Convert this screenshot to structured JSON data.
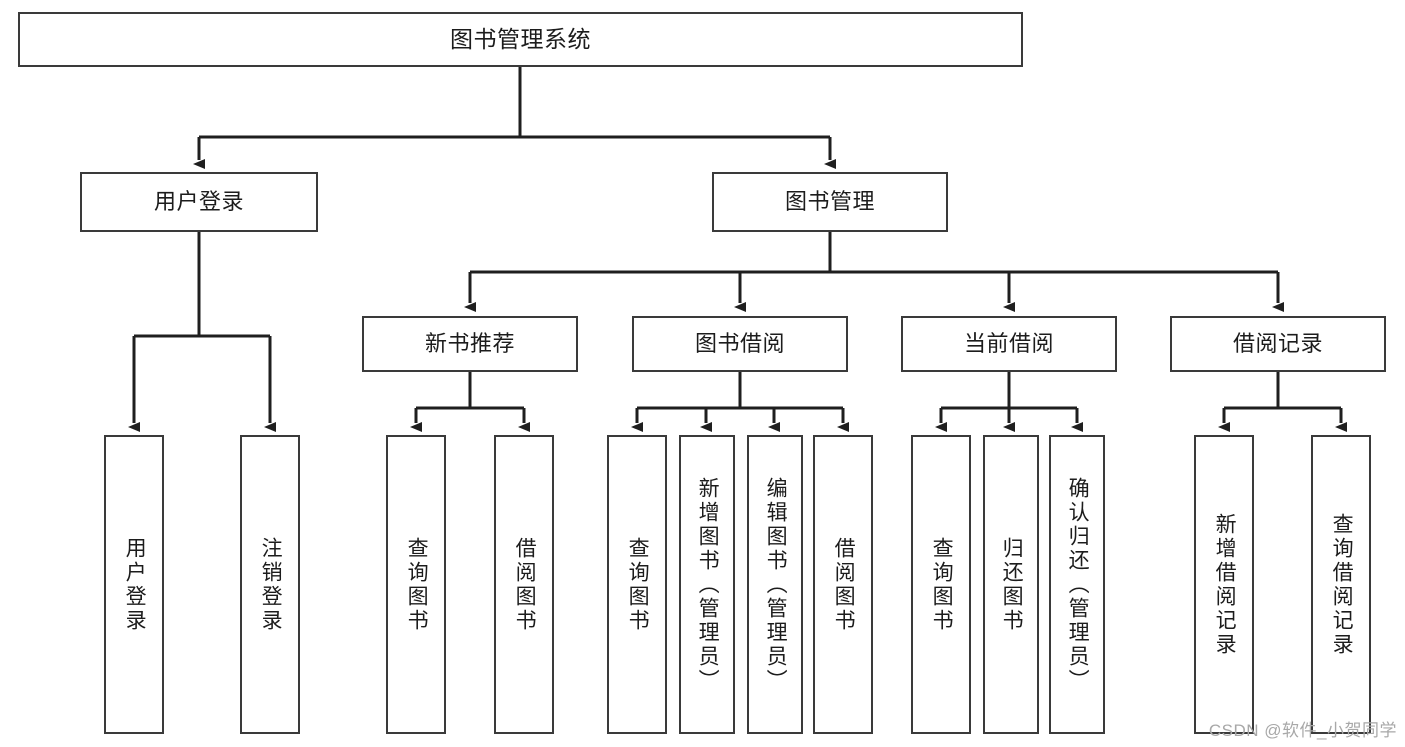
{
  "diagram": {
    "title": "图书管理系统",
    "type": "tree-hierarchy",
    "watermark": "CSDN @软件_小贺同学",
    "colors": {
      "box_border": "#3a3a3a",
      "box_fill": "#ffffff",
      "connector": "#1f1f1f",
      "text": "#1c1c1c",
      "watermark": "#a8a8a8"
    },
    "nodes": {
      "root": {
        "label": "图书管理系统",
        "level": 0,
        "orientation": "horizontal"
      },
      "level1": [
        {
          "id": "user-login",
          "label": "用户登录",
          "orientation": "horizontal"
        },
        {
          "id": "book-management",
          "label": "图书管理",
          "orientation": "horizontal"
        }
      ],
      "level2": [
        {
          "id": "new-book-recommend",
          "label": "新书推荐",
          "orientation": "horizontal",
          "parent": "book-management"
        },
        {
          "id": "book-borrow",
          "label": "图书借阅",
          "orientation": "horizontal",
          "parent": "book-management"
        },
        {
          "id": "current-borrow",
          "label": "当前借阅",
          "orientation": "horizontal",
          "parent": "book-management"
        },
        {
          "id": "borrow-record",
          "label": "借阅记录",
          "orientation": "horizontal",
          "parent": "book-management"
        }
      ],
      "leaves": [
        {
          "id": "leaf-user-login",
          "label": "用户登录",
          "parent": "user-login",
          "orientation": "vertical"
        },
        {
          "id": "leaf-logout-login",
          "label": "注销登录",
          "parent": "user-login",
          "orientation": "vertical"
        },
        {
          "id": "leaf-query-book-1",
          "label": "查询图书",
          "parent": "new-book-recommend",
          "orientation": "vertical"
        },
        {
          "id": "leaf-borrow-book-1",
          "label": "借阅图书",
          "parent": "new-book-recommend",
          "orientation": "vertical"
        },
        {
          "id": "leaf-query-book-2",
          "label": "查询图书",
          "parent": "book-borrow",
          "orientation": "vertical"
        },
        {
          "id": "leaf-add-book",
          "label": "新增图书（管理员）",
          "parent": "book-borrow",
          "orientation": "vertical"
        },
        {
          "id": "leaf-edit-book",
          "label": "编辑图书（管理员）",
          "parent": "book-borrow",
          "orientation": "vertical"
        },
        {
          "id": "leaf-borrow-book-2",
          "label": "借阅图书",
          "parent": "book-borrow",
          "orientation": "vertical"
        },
        {
          "id": "leaf-query-book-3",
          "label": "查询图书",
          "parent": "current-borrow",
          "orientation": "vertical"
        },
        {
          "id": "leaf-return-book",
          "label": "归还图书",
          "parent": "current-borrow",
          "orientation": "vertical"
        },
        {
          "id": "leaf-confirm-return",
          "label": "确认归还（管理员）",
          "parent": "current-borrow",
          "orientation": "vertical"
        },
        {
          "id": "leaf-add-record",
          "label": "新增借阅记录",
          "parent": "borrow-record",
          "orientation": "vertical"
        },
        {
          "id": "leaf-query-record",
          "label": "查询借阅记录",
          "parent": "borrow-record",
          "orientation": "vertical"
        }
      ]
    }
  }
}
